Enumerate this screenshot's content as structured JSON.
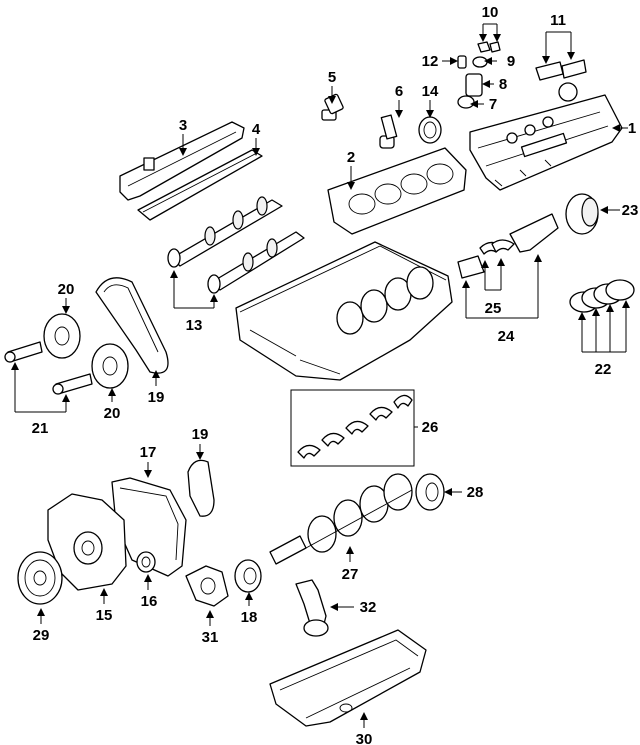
{
  "callouts": [
    {
      "id": "1",
      "text": "1"
    },
    {
      "id": "2",
      "text": "2"
    },
    {
      "id": "3",
      "text": "3"
    },
    {
      "id": "4",
      "text": "4"
    },
    {
      "id": "5",
      "text": "5"
    },
    {
      "id": "6",
      "text": "6"
    },
    {
      "id": "7",
      "text": "7"
    },
    {
      "id": "8",
      "text": "8"
    },
    {
      "id": "9",
      "text": "9"
    },
    {
      "id": "10",
      "text": "10"
    },
    {
      "id": "11",
      "text": "11"
    },
    {
      "id": "12",
      "text": "12"
    },
    {
      "id": "13",
      "text": "13"
    },
    {
      "id": "14",
      "text": "14"
    },
    {
      "id": "15",
      "text": "15"
    },
    {
      "id": "16",
      "text": "16"
    },
    {
      "id": "17",
      "text": "17"
    },
    {
      "id": "18",
      "text": "18"
    },
    {
      "id": "19a",
      "text": "19"
    },
    {
      "id": "19b",
      "text": "19"
    },
    {
      "id": "20a",
      "text": "20"
    },
    {
      "id": "20b",
      "text": "20"
    },
    {
      "id": "21",
      "text": "21"
    },
    {
      "id": "22",
      "text": "22"
    },
    {
      "id": "23",
      "text": "23"
    },
    {
      "id": "24",
      "text": "24"
    },
    {
      "id": "25",
      "text": "25"
    },
    {
      "id": "26",
      "text": "26"
    },
    {
      "id": "27",
      "text": "27"
    },
    {
      "id": "28",
      "text": "28"
    },
    {
      "id": "29",
      "text": "29"
    },
    {
      "id": "30",
      "text": "30"
    },
    {
      "id": "31",
      "text": "31"
    },
    {
      "id": "32",
      "text": "32"
    }
  ]
}
